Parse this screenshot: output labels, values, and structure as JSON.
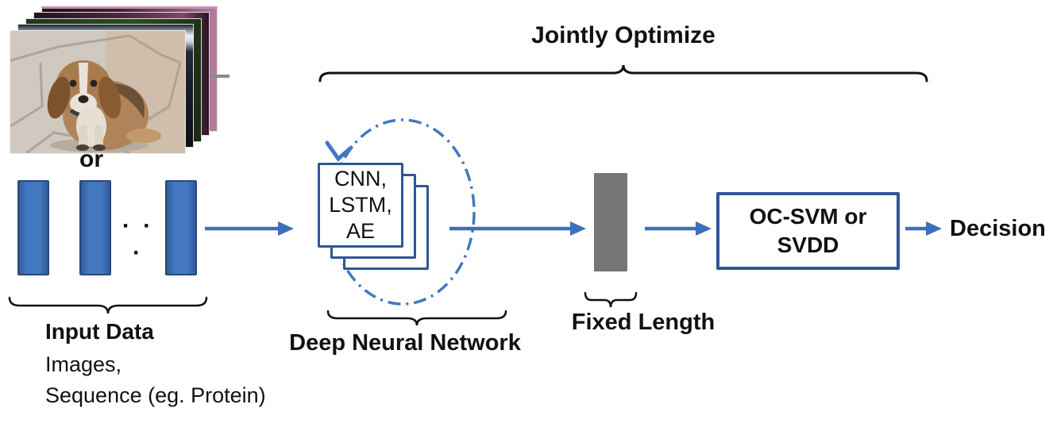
{
  "figure": {
    "top_label": "Jointly Optimize",
    "or_label": "or",
    "input": {
      "title": "Input Data",
      "subtitle_line1": "Images,",
      "subtitle_line2": "Sequence (eg. Protein)",
      "ellipsis": "· · ·"
    },
    "dnn": {
      "box_line1": "CNN,",
      "box_line2": "LSTM,",
      "box_line3": "AE",
      "label": "Deep Neural Network"
    },
    "embedding": {
      "label": "Fixed Length"
    },
    "classifier": {
      "box_line1": "OC-SVM or",
      "box_line2": "SVDD"
    },
    "output_label": "Decision"
  },
  "colors": {
    "arrow_blue": "#3B71BC",
    "bar_fill": "#3E74BB",
    "bar_border": "#27497B",
    "box_border": "#2E5796",
    "loop_blue": "#4377C4",
    "embedding_gray": "#767676",
    "text_black": "#111111"
  }
}
